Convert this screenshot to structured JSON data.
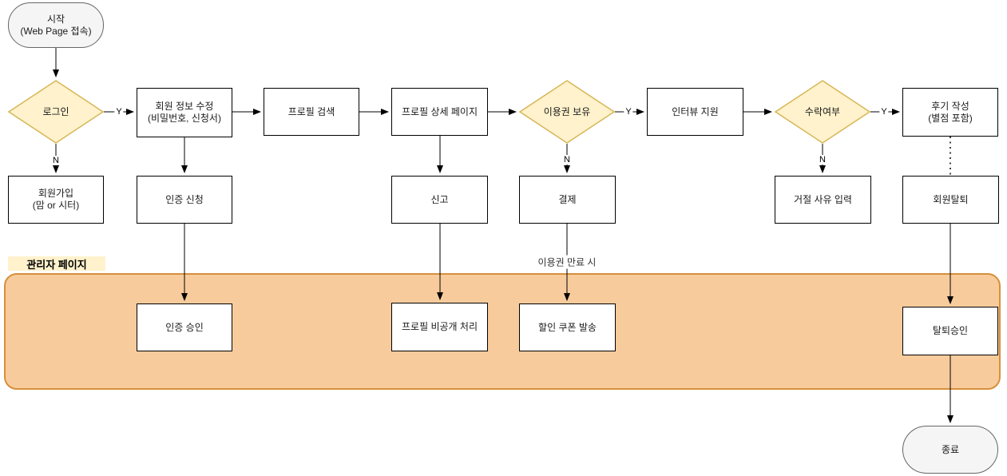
{
  "nodes": {
    "start": {
      "line1": "시작",
      "line2": "(Web Page 접속)"
    },
    "login": {
      "label": "로그인"
    },
    "signup": {
      "line1": "회원가입",
      "line2": "(맘 or 시터)"
    },
    "edit_info": {
      "line1": "회원 정보 수정",
      "line2": "(비밀번호, 신청서)"
    },
    "profile_search": {
      "label": "프로필 검색"
    },
    "profile_detail": {
      "label": "프로필 상세 페이지"
    },
    "has_ticket": {
      "label": "이용권 보유"
    },
    "interview": {
      "label": "인터뷰 지원"
    },
    "accept": {
      "label": "수락여부"
    },
    "review": {
      "line1": "후기 작성",
      "line2": "(별점 포함)"
    },
    "auth_request": {
      "label": "인증 신청"
    },
    "report": {
      "label": "신고"
    },
    "payment": {
      "label": "결제"
    },
    "reject_reason": {
      "label": "거절 사유 입력"
    },
    "withdraw": {
      "label": "회원탈퇴"
    },
    "auth_approve": {
      "label": "인증 승인"
    },
    "profile_private": {
      "label": "프로필 비공개 처리"
    },
    "coupon": {
      "label": "할인 쿠폰 발송"
    },
    "withdraw_approve": {
      "label": "탈퇴승인"
    },
    "end": {
      "label": "종료"
    }
  },
  "edge_labels": {
    "yes": "Y",
    "no": "N",
    "ticket_expired": "이용권 만료 시"
  },
  "regions": {
    "admin": {
      "label": "관리자 페이지"
    }
  },
  "colors": {
    "decision_fill": "#fff2cc",
    "decision_border": "#d6b656",
    "admin_fill": "#f8cb9c",
    "admin_border": "#d6903c",
    "terminal_fill": "#f5f5f5",
    "terminal_border": "#666666",
    "line": "#000000"
  }
}
